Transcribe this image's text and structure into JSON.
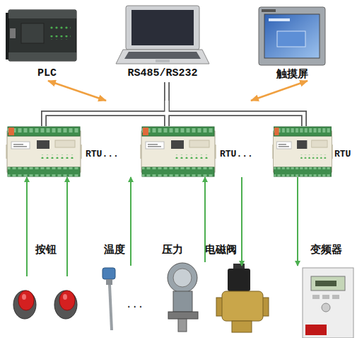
{
  "diagram": {
    "nodes": [
      {
        "text": [
          "PLC"
        ]
      },
      {
        "text": [
          "RS485/RS232"
        ]
      },
      {
        "text": [
          "触摸屏"
        ]
      },
      {
        "text": [
          "RTU..."
        ]
      },
      {
        "text": [
          "RTU..."
        ]
      },
      {
        "text": [
          "RTU"
        ]
      },
      {
        "text": [
          "按钮"
        ]
      },
      {
        "text": [
          "温度"
        ]
      },
      {
        "text": [
          "压力"
        ]
      },
      {
        "text": [
          "电磁阀"
        ]
      },
      {
        "text": [
          "变频器"
        ]
      }
    ],
    "edges": [
      {
        "from": 0,
        "to": 1,
        "arrow": "both"
      },
      {
        "from": 2,
        "to": 1,
        "arrow": "both"
      },
      {
        "from": 1,
        "to": 3,
        "arrow": "none"
      },
      {
        "from": 1,
        "to": 4,
        "arrow": "none"
      },
      {
        "from": 1,
        "to": 5,
        "arrow": "none"
      },
      {
        "from": 6,
        "to": 3,
        "arrow": "to"
      },
      {
        "from": 6,
        "to": 3,
        "arrow": "to"
      },
      {
        "from": 7,
        "to": 4,
        "arrow": "to"
      },
      {
        "from": 8,
        "to": 4,
        "arrow": "to"
      },
      {
        "from": 4,
        "to": 9,
        "arrow": "to"
      },
      {
        "from": 5,
        "to": 10,
        "arrow": "to"
      }
    ],
    "labels": [
      "..."
    ]
  }
}
